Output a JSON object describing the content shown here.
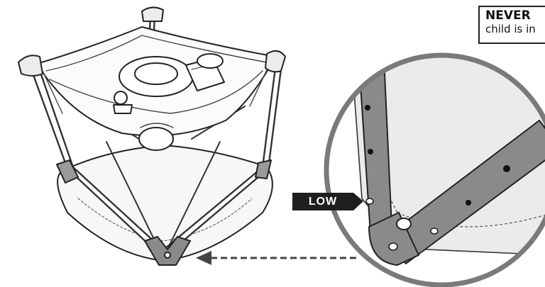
{
  "warning": {
    "title": "NEVER",
    "text": "child is in"
  },
  "callout": {
    "label": "LOW"
  },
  "colors": {
    "ink": "#222222",
    "frame": "#8a8a8a",
    "fabric": "#ebebeb",
    "label_bg": "#1e1e1e"
  }
}
